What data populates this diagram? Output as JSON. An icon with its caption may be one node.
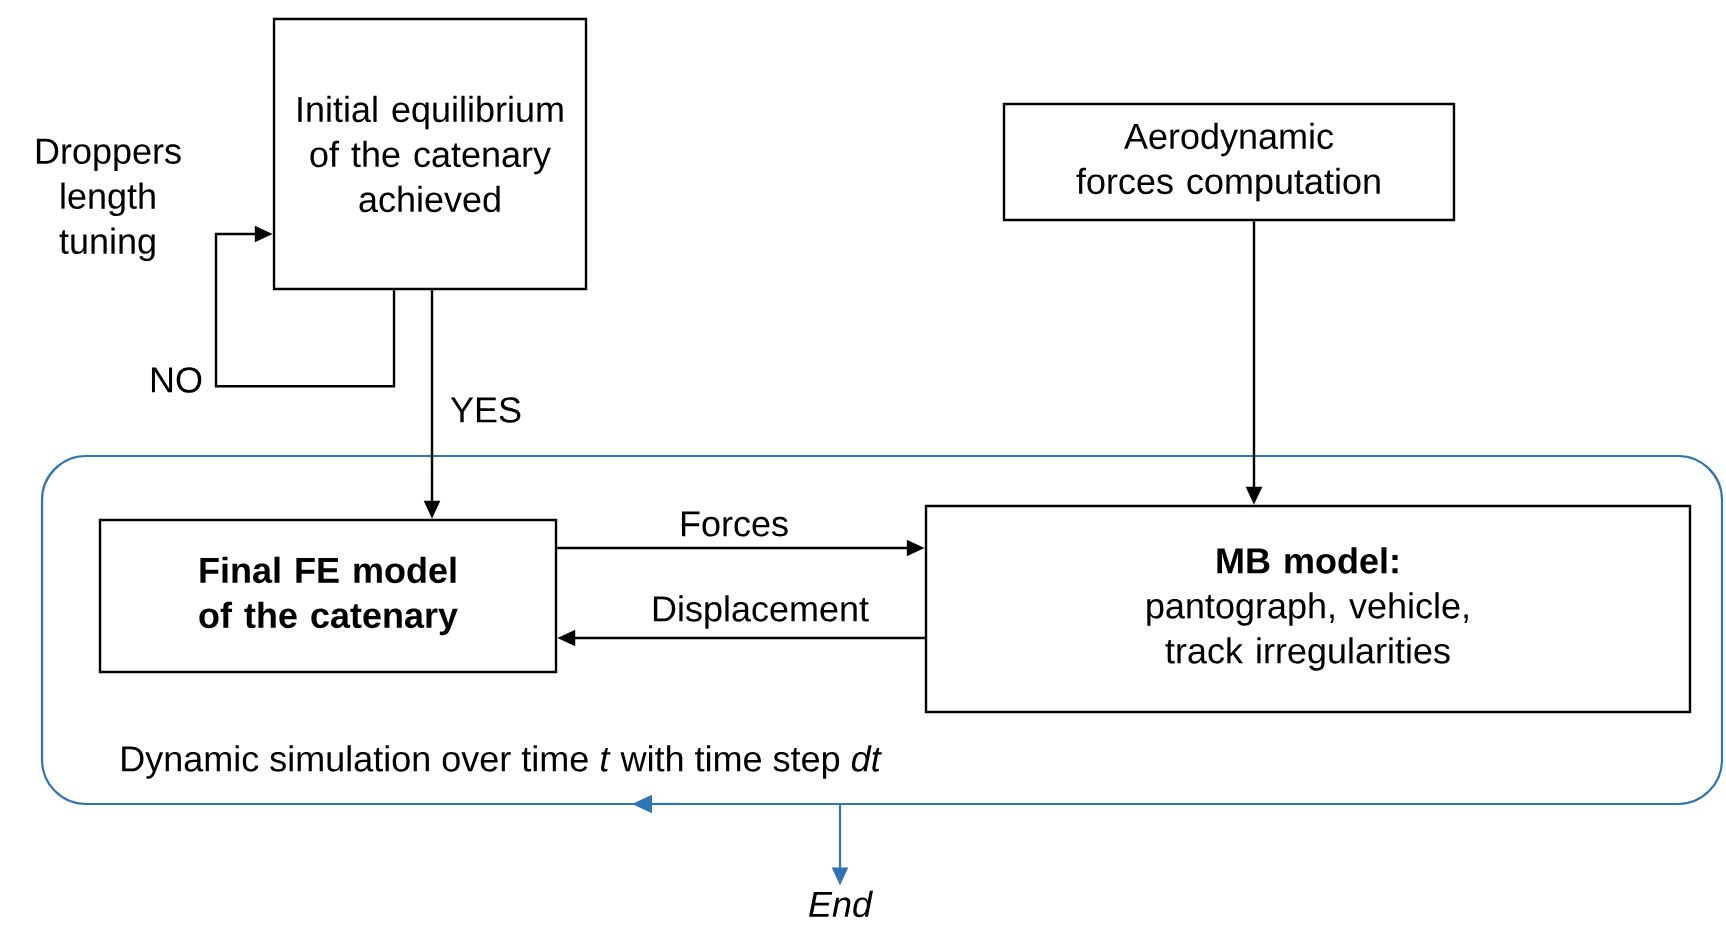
{
  "diagram": {
    "nodes": [
      {
        "text": [
          "Initial equilibrium of the catenary achieved"
        ]
      },
      {
        "text": [
          "Aerodynamic forces computation"
        ]
      },
      {
        "text": [
          "Dynamic simulation over time *t* with time step *dt*"
        ]
      },
      {
        "text": [
          "Final FE model of the catenary"
        ],
        "in": 2
      },
      {
        "text": [
          "MB model:",
          "pantograph, vehicle, track irregularities"
        ],
        "in": 2
      },
      {
        "text": [
          "End"
        ]
      }
    ],
    "edges": [
      {
        "from": 0,
        "to": 0,
        "arrow": "to",
        "label": "NO"
      },
      {
        "from": 0,
        "to": 3,
        "arrow": "to",
        "label": "YES"
      },
      {
        "from": 1,
        "to": 4,
        "arrow": "to"
      },
      {
        "from": 3,
        "to": 4,
        "arrow": "to",
        "label": "Forces"
      },
      {
        "from": 4,
        "to": 3,
        "arrow": "to",
        "label": "Displacement"
      },
      {
        "from": 2,
        "to": 5,
        "arrow": "to",
        "color": "#2e75b6"
      }
    ],
    "labels": [
      "Droppers length tuning"
    ]
  }
}
